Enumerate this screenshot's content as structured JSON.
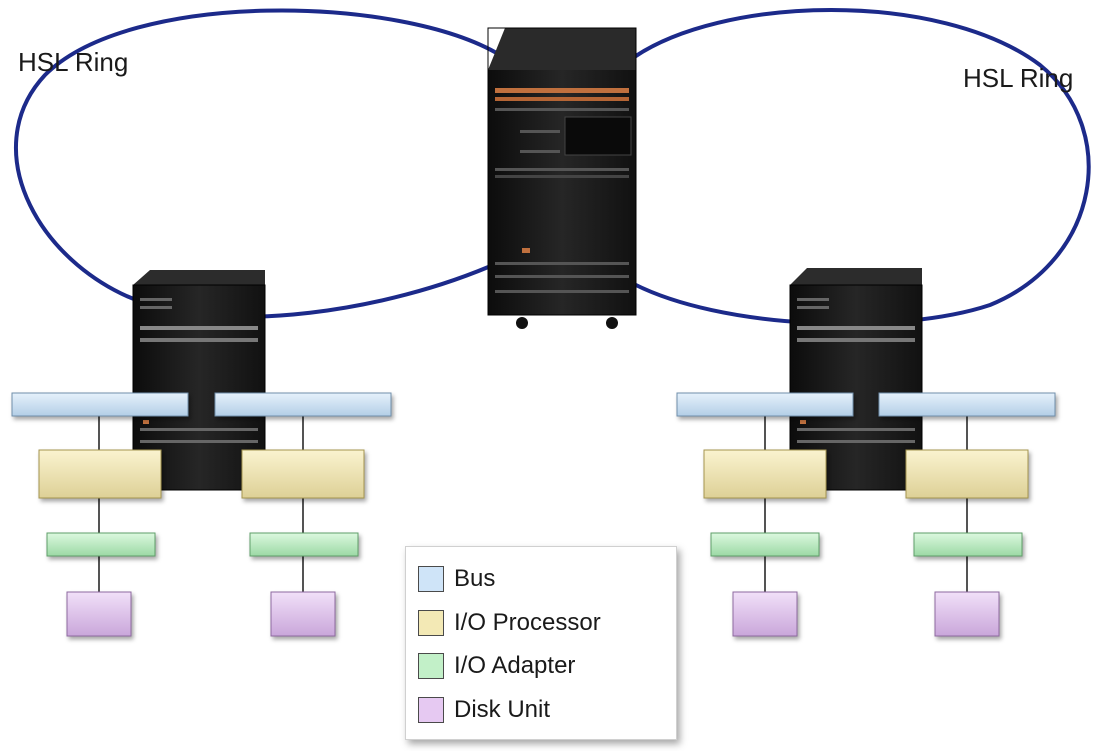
{
  "ring_labels": {
    "left": "HSL Ring",
    "right": "HSL Ring"
  },
  "legend": [
    {
      "label": "Bus",
      "color": "#cfe4f8"
    },
    {
      "label": "I/O Processor",
      "color": "#f3e9b5"
    },
    {
      "label": "I/O Adapter",
      "color": "#c2f0c8"
    },
    {
      "label": "Disk Unit",
      "color": "#e6c9f2"
    }
  ],
  "colors": {
    "ring": "#1c2a8a",
    "server": "#1b1b1b"
  }
}
